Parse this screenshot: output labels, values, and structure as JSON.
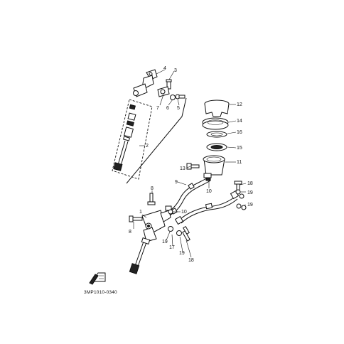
{
  "diagram": {
    "drawing_code": "3MP1010-0340",
    "part_labels": [
      {
        "id": "l1",
        "text": "1"
      },
      {
        "id": "l2",
        "text": "2"
      },
      {
        "id": "l3",
        "text": "3"
      },
      {
        "id": "l4",
        "text": "4"
      },
      {
        "id": "l5",
        "text": "5"
      },
      {
        "id": "l6",
        "text": "6"
      },
      {
        "id": "l7",
        "text": "7"
      },
      {
        "id": "l8a",
        "text": "8"
      },
      {
        "id": "l8b",
        "text": "8"
      },
      {
        "id": "l9",
        "text": "9"
      },
      {
        "id": "l10a",
        "text": "10"
      },
      {
        "id": "l10b",
        "text": "10"
      },
      {
        "id": "l11",
        "text": "11"
      },
      {
        "id": "l12",
        "text": "12"
      },
      {
        "id": "l13",
        "text": "13"
      },
      {
        "id": "l14",
        "text": "14"
      },
      {
        "id": "l15",
        "text": "15"
      },
      {
        "id": "l16",
        "text": "16"
      },
      {
        "id": "l17",
        "text": "17"
      },
      {
        "id": "l18a",
        "text": "18"
      },
      {
        "id": "l18b",
        "text": "18"
      },
      {
        "id": "l19a",
        "text": "19"
      },
      {
        "id": "l19b",
        "text": "19"
      },
      {
        "id": "l19c",
        "text": "19"
      },
      {
        "id": "l19d",
        "text": "19"
      }
    ]
  }
}
